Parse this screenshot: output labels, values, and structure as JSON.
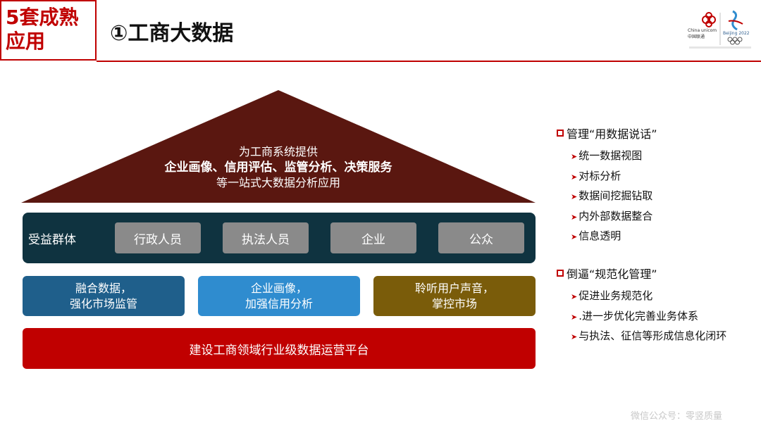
{
  "header": {
    "section_line1": "5套成熟",
    "section_line2": "应用",
    "title": "①工商大数据",
    "logo_brand": "China unicom中国联通",
    "logo_event": "Beijing 2022"
  },
  "pyramid": {
    "line1": "为工商系统提供",
    "line2": "企业画像、信用评估、监管分析、决策服务",
    "line3": "等一站式大数据分析应用"
  },
  "benefit": {
    "label": "受益群体",
    "groups": [
      "行政人员",
      "执法人员",
      "企业",
      "公众"
    ]
  },
  "blocks": [
    {
      "line1": "融合数据，",
      "line2": "强化市场监管",
      "color": "#1f5f8b"
    },
    {
      "line1": "企业画像，",
      "line2": "加强信用分析",
      "color": "#2f8ccf"
    },
    {
      "line1": "聆听用户声音，",
      "line2": "掌控市场",
      "color": "#7a5c0a"
    }
  ],
  "platform": {
    "label": "建设工商领域行业级数据运营平台"
  },
  "right_lists": [
    {
      "heading": "管理“用数据说话”",
      "items": [
        "统一数据视图",
        "对标分析",
        "数据间挖掘钻取",
        "内外部数据整合",
        "信息透明"
      ]
    },
    {
      "heading": "倒逼“规范化管理”",
      "items": [
        "促进业务规范化",
        ".进一步优化完善业务体系",
        "与执法、征信等形成信息化闭环"
      ]
    }
  ],
  "watermark": "微信公众号：零竖质量",
  "colors": {
    "brand_red": "#c00000",
    "pyramid": "#5a1710",
    "benefit_bg": "#0f3340",
    "chip": "#8a8a8a"
  }
}
